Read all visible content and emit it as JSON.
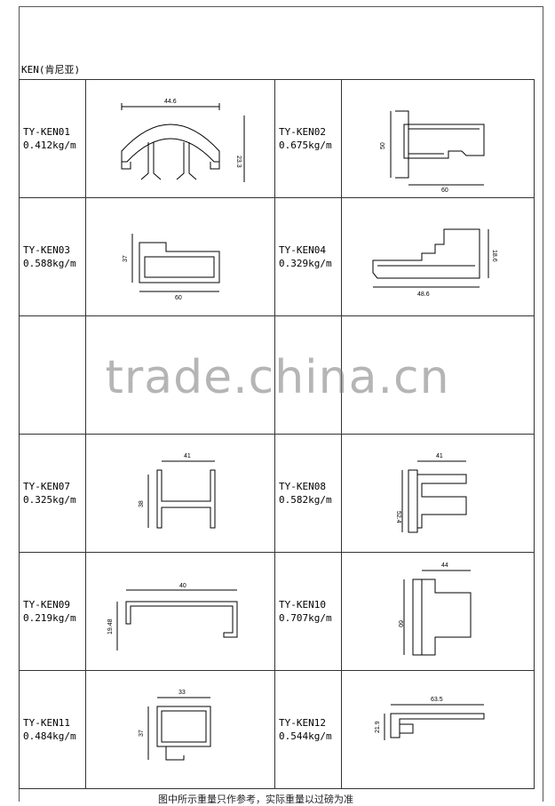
{
  "series_title": "KEN(肯尼亚)",
  "watermark": "trade.china.cn",
  "footer": "图中所示重量只作参考，实际重量以过磅为准",
  "profiles": [
    {
      "code": "TY-KEN01",
      "weight": "0.412kg/m",
      "dims": [
        "44.6",
        "23.3"
      ]
    },
    {
      "code": "TY-KEN02",
      "weight": "0.675kg/m",
      "dims": [
        "50",
        "60"
      ]
    },
    {
      "code": "TY-KEN03",
      "weight": "0.588kg/m",
      "dims": [
        "37",
        "60"
      ]
    },
    {
      "code": "TY-KEN04",
      "weight": "0.329kg/m",
      "dims": [
        "18.6",
        "48.6"
      ]
    },
    {
      "code": "",
      "weight": "",
      "dims": []
    },
    {
      "code": "",
      "weight": "",
      "dims": []
    },
    {
      "code": "TY-KEN07",
      "weight": "0.325kg/m",
      "dims": [
        "41",
        "38"
      ]
    },
    {
      "code": "TY-KEN08",
      "weight": "0.582kg/m",
      "dims": [
        "41",
        "52.4"
      ]
    },
    {
      "code": "TY-KEN09",
      "weight": "0.219kg/m",
      "dims": [
        "40",
        "19.48"
      ]
    },
    {
      "code": "TY-KEN10",
      "weight": "0.707kg/m",
      "dims": [
        "44",
        "60"
      ]
    },
    {
      "code": "TY-KEN11",
      "weight": "0.484kg/m",
      "dims": [
        "33",
        "37"
      ]
    },
    {
      "code": "TY-KEN12",
      "weight": "0.544kg/m",
      "dims": [
        "63.5",
        "21.9"
      ]
    }
  ]
}
